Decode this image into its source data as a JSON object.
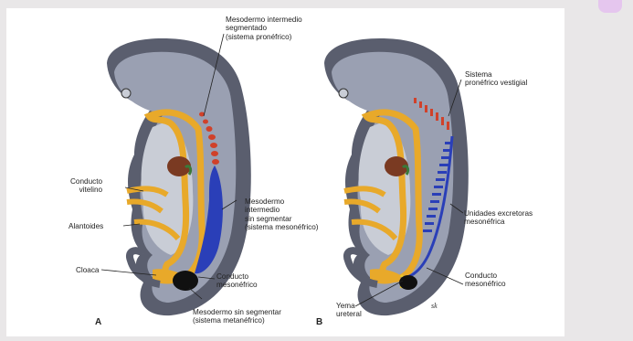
{
  "figure": {
    "panel_a": "A",
    "panel_b": "B",
    "signature": "sk",
    "labels_a": {
      "mesodermo_segmentado": "Mesodermo intermedio\nsegmentado\n(sistema pronéfrico)",
      "conducto_vitelino": "Conducto\nvitelino",
      "alantoides": "Alantoides",
      "mesodermo_sin_segmentar": "Mesodermo\nintermedio\nsin segmentar\n(sistema mesonéfrico)",
      "cloaca": "Cloaca",
      "conducto_mesonefrico": "Conducto\nmesonéfrico",
      "mesodermo_metanefrico": "Mesodermo sin segmentar\n(sistema metanéfrico)"
    },
    "labels_b": {
      "sistema_pronefrico": "Sistema\npronéfrico vestigial",
      "unidades_excretoras": "Unidades excretoras\nmesonéfrica",
      "conducto_mesonefrico": "Conducto\nmesonéfrico",
      "yema_ureteral": "Yema\nureteral"
    },
    "colors": {
      "body_outer": "#5a5e6e",
      "body_inner": "#9aa0b2",
      "body_light": "#c9cdd6",
      "gut": "#e8a92a",
      "pronephric": "#d0412a",
      "mesonephric": "#2a3fb8",
      "heart": "#7a3a22",
      "metanephric": "#101010"
    }
  }
}
